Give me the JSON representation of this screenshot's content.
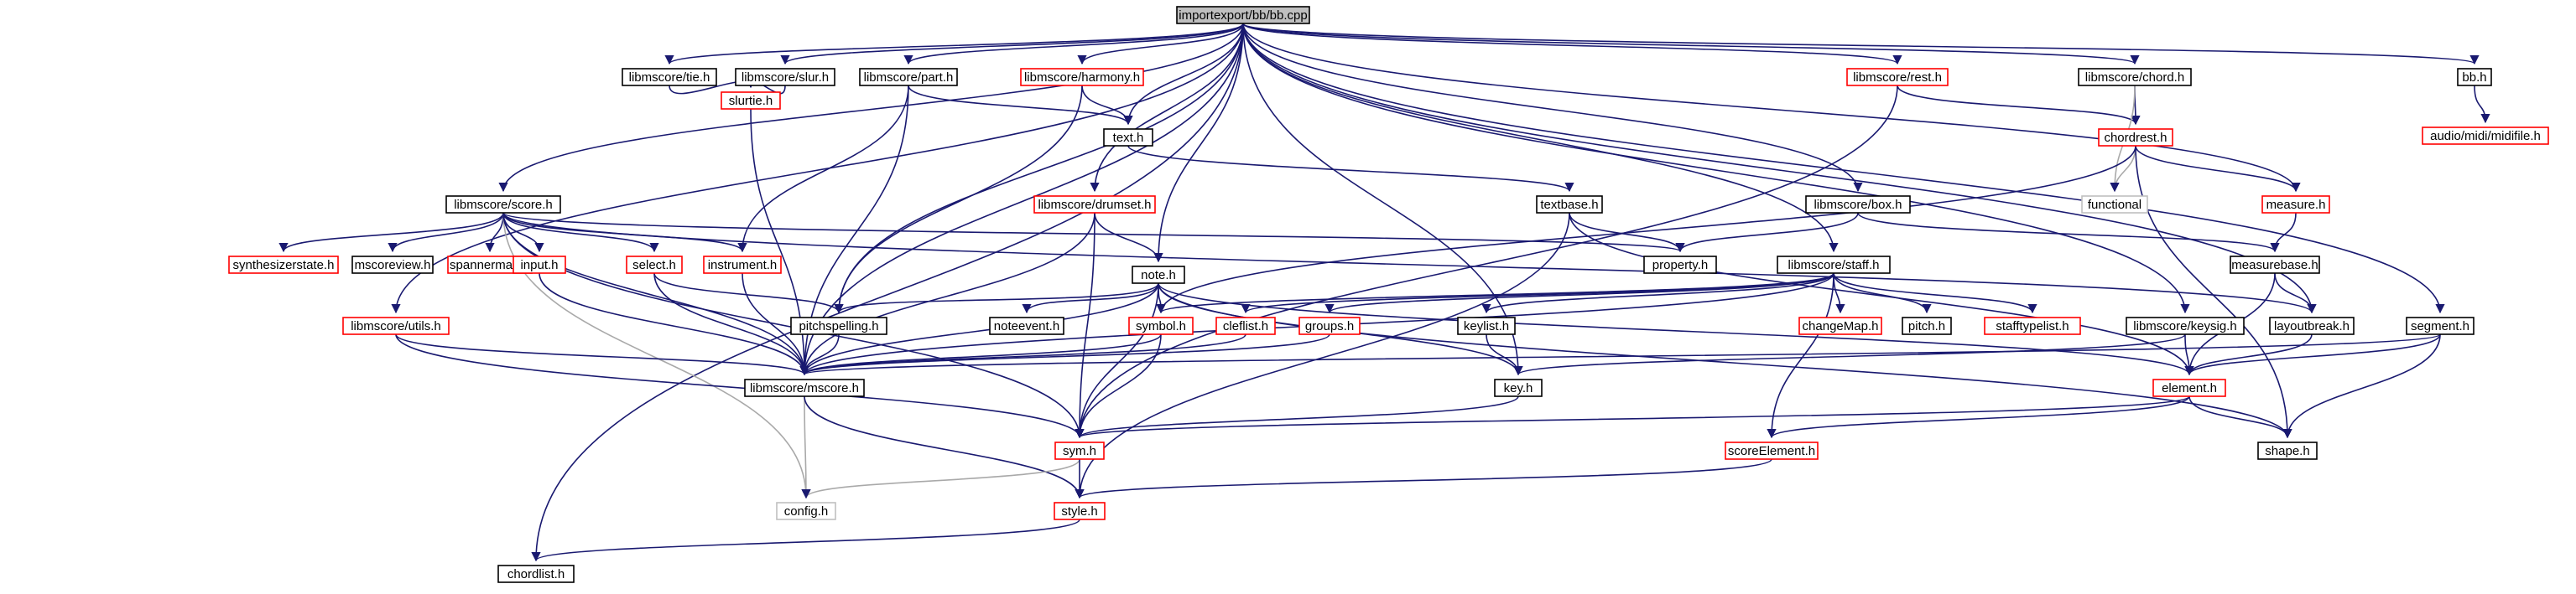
{
  "graph": {
    "colors": {
      "main_fill": "#bfbfbf",
      "box_black": "#000000",
      "box_red": "#ff0000",
      "box_grey": "#bfbfbf",
      "edge": "#191970",
      "edge_grey": "#a9a9a9",
      "background": "#ffffff"
    },
    "nodes": [
      {
        "id": "bb_cpp",
        "label": "importexport/bb/bb.cpp",
        "style": "main"
      },
      {
        "id": "libmscore_tie_h",
        "label": "libmscore/tie.h",
        "style": "black"
      },
      {
        "id": "libmscore_slur_h",
        "label": "libmscore/slur.h",
        "style": "black"
      },
      {
        "id": "libmscore_part_h",
        "label": "libmscore/part.h",
        "style": "black"
      },
      {
        "id": "libmscore_harmony_h",
        "label": "libmscore/harmony.h",
        "style": "red"
      },
      {
        "id": "libmscore_rest_h",
        "label": "libmscore/rest.h",
        "style": "red"
      },
      {
        "id": "libmscore_chord_h",
        "label": "libmscore/chord.h",
        "style": "black"
      },
      {
        "id": "bb_h",
        "label": "bb.h",
        "style": "black"
      },
      {
        "id": "slurtie_h",
        "label": "slurtie.h",
        "style": "red"
      },
      {
        "id": "text_h",
        "label": "text.h",
        "style": "black"
      },
      {
        "id": "audio_midi_midifile_h",
        "label": "audio/midi/midifile.h",
        "style": "red"
      },
      {
        "id": "chordrest_h",
        "label": "chordrest.h",
        "style": "red"
      },
      {
        "id": "libmscore_score_h",
        "label": "libmscore/score.h",
        "style": "black"
      },
      {
        "id": "libmscore_drumset_h",
        "label": "libmscore/drumset.h",
        "style": "red"
      },
      {
        "id": "textbase_h",
        "label": "textbase.h",
        "style": "black"
      },
      {
        "id": "libmscore_box_h",
        "label": "libmscore/box.h",
        "style": "black"
      },
      {
        "id": "functional",
        "label": "functional",
        "style": "grey"
      },
      {
        "id": "measure_h",
        "label": "measure.h",
        "style": "red"
      },
      {
        "id": "synthesizerstate_h",
        "label": "synthesizerstate.h",
        "style": "red"
      },
      {
        "id": "mscoreview_h",
        "label": "mscoreview.h",
        "style": "black"
      },
      {
        "id": "spannermap_h",
        "label": "spannermap.h",
        "style": "red"
      },
      {
        "id": "input_h",
        "label": "input.h",
        "style": "red"
      },
      {
        "id": "select_h",
        "label": "select.h",
        "style": "red"
      },
      {
        "id": "instrument_h",
        "label": "instrument.h",
        "style": "red"
      },
      {
        "id": "note_h",
        "label": "note.h",
        "style": "black"
      },
      {
        "id": "property_h",
        "label": "property.h",
        "style": "black"
      },
      {
        "id": "libmscore_staff_h",
        "label": "libmscore/staff.h",
        "style": "black"
      },
      {
        "id": "measurebase_h",
        "label": "measurebase.h",
        "style": "black"
      },
      {
        "id": "libmscore_utils_h",
        "label": "libmscore/utils.h",
        "style": "red"
      },
      {
        "id": "pitchspelling_h",
        "label": "pitchspelling.h",
        "style": "black"
      },
      {
        "id": "noteevent_h",
        "label": "noteevent.h",
        "style": "black"
      },
      {
        "id": "symbol_h",
        "label": "symbol.h",
        "style": "red"
      },
      {
        "id": "cleflist_h",
        "label": "cleflist.h",
        "style": "red"
      },
      {
        "id": "groups_h",
        "label": "groups.h",
        "style": "red"
      },
      {
        "id": "keylist_h",
        "label": "keylist.h",
        "style": "black"
      },
      {
        "id": "changeMap_h",
        "label": "changeMap.h",
        "style": "red"
      },
      {
        "id": "pitch_h",
        "label": "pitch.h",
        "style": "black"
      },
      {
        "id": "stafftypelist_h",
        "label": "stafftypelist.h",
        "style": "red"
      },
      {
        "id": "libmscore_keysig_h",
        "label": "libmscore/keysig.h",
        "style": "black"
      },
      {
        "id": "layoutbreak_h",
        "label": "layoutbreak.h",
        "style": "black"
      },
      {
        "id": "segment_h",
        "label": "segment.h",
        "style": "black"
      },
      {
        "id": "libmscore_mscore_h",
        "label": "libmscore/mscore.h",
        "style": "black"
      },
      {
        "id": "key_h",
        "label": "key.h",
        "style": "black"
      },
      {
        "id": "element_h",
        "label": "element.h",
        "style": "red"
      },
      {
        "id": "sym_h",
        "label": "sym.h",
        "style": "red"
      },
      {
        "id": "scoreElement_h",
        "label": "scoreElement.h",
        "style": "red"
      },
      {
        "id": "shape_h",
        "label": "shape.h",
        "style": "black"
      },
      {
        "id": "config_h",
        "label": "config.h",
        "style": "grey"
      },
      {
        "id": "style_h",
        "label": "style.h",
        "style": "red"
      },
      {
        "id": "chordlist_h",
        "label": "chordlist.h",
        "style": "black"
      }
    ],
    "edges": [
      [
        "bb_cpp",
        "libmscore_tie_h"
      ],
      [
        "bb_cpp",
        "libmscore_slur_h"
      ],
      [
        "bb_cpp",
        "libmscore_part_h"
      ],
      [
        "bb_cpp",
        "libmscore_harmony_h"
      ],
      [
        "bb_cpp",
        "libmscore_rest_h"
      ],
      [
        "bb_cpp",
        "libmscore_chord_h"
      ],
      [
        "bb_cpp",
        "bb_h"
      ],
      [
        "bb_cpp",
        "text_h"
      ],
      [
        "bb_cpp",
        "libmscore_score_h"
      ],
      [
        "bb_cpp",
        "libmscore_drumset_h"
      ],
      [
        "bb_cpp",
        "libmscore_box_h"
      ],
      [
        "bb_cpp",
        "measure_h"
      ],
      [
        "bb_cpp",
        "note_h"
      ],
      [
        "bb_cpp",
        "libmscore_staff_h"
      ],
      [
        "bb_cpp",
        "libmscore_utils_h"
      ],
      [
        "bb_cpp",
        "pitchspelling_h"
      ],
      [
        "bb_cpp",
        "libmscore_keysig_h"
      ],
      [
        "bb_cpp",
        "layoutbreak_h"
      ],
      [
        "bb_cpp",
        "segment_h"
      ],
      [
        "bb_cpp",
        "libmscore_mscore_h"
      ],
      [
        "bb_cpp",
        "key_h"
      ],
      [
        "bb_cpp",
        "chordlist_h"
      ],
      [
        "libmscore_tie_h",
        "slurtie_h"
      ],
      [
        "libmscore_slur_h",
        "slurtie_h"
      ],
      [
        "slurtie_h",
        "libmscore_mscore_h"
      ],
      [
        "libmscore_part_h",
        "text_h"
      ],
      [
        "libmscore_part_h",
        "instrument_h"
      ],
      [
        "libmscore_part_h",
        "libmscore_mscore_h"
      ],
      [
        "libmscore_harmony_h",
        "text_h"
      ],
      [
        "libmscore_harmony_h",
        "pitchspelling_h"
      ],
      [
        "text_h",
        "textbase_h"
      ],
      [
        "libmscore_rest_h",
        "chordrest_h"
      ],
      [
        "libmscore_rest_h",
        "sym_h"
      ],
      [
        "libmscore_chord_h",
        "chordrest_h"
      ],
      [
        "libmscore_chord_h",
        "functional"
      ],
      [
        "chordrest_h",
        "functional"
      ],
      [
        "chordrest_h",
        "measure_h"
      ],
      [
        "chordrest_h",
        "symbol_h"
      ],
      [
        "chordrest_h",
        "shape_h"
      ],
      [
        "bb_h",
        "audio_midi_midifile_h"
      ],
      [
        "libmscore_score_h",
        "synthesizerstate_h"
      ],
      [
        "libmscore_score_h",
        "mscoreview_h"
      ],
      [
        "libmscore_score_h",
        "spannermap_h"
      ],
      [
        "libmscore_score_h",
        "input_h"
      ],
      [
        "libmscore_score_h",
        "select_h"
      ],
      [
        "libmscore_score_h",
        "instrument_h"
      ],
      [
        "libmscore_score_h",
        "property_h"
      ],
      [
        "libmscore_score_h",
        "layoutbreak_h"
      ],
      [
        "libmscore_score_h",
        "libmscore_mscore_h"
      ],
      [
        "libmscore_score_h",
        "config_h"
      ],
      [
        "libmscore_score_h",
        "sym_h"
      ],
      [
        "libmscore_drumset_h",
        "note_h"
      ],
      [
        "libmscore_drumset_h",
        "libmscore_mscore_h"
      ],
      [
        "libmscore_drumset_h",
        "sym_h"
      ],
      [
        "textbase_h",
        "property_h"
      ],
      [
        "textbase_h",
        "element_h"
      ],
      [
        "textbase_h",
        "style_h"
      ],
      [
        "libmscore_box_h",
        "measurebase_h"
      ],
      [
        "libmscore_box_h",
        "property_h"
      ],
      [
        "measure_h",
        "measurebase_h"
      ],
      [
        "measurebase_h",
        "layoutbreak_h"
      ],
      [
        "measurebase_h",
        "element_h"
      ],
      [
        "input_h",
        "libmscore_mscore_h"
      ],
      [
        "select_h",
        "pitchspelling_h"
      ],
      [
        "select_h",
        "libmscore_mscore_h"
      ],
      [
        "instrument_h",
        "libmscore_mscore_h"
      ],
      [
        "note_h",
        "pitchspelling_h"
      ],
      [
        "note_h",
        "noteevent_h"
      ],
      [
        "note_h",
        "symbol_h"
      ],
      [
        "note_h",
        "key_h"
      ],
      [
        "note_h",
        "element_h"
      ],
      [
        "note_h",
        "shape_h"
      ],
      [
        "note_h",
        "sym_h"
      ],
      [
        "note_h",
        "libmscore_mscore_h"
      ],
      [
        "libmscore_staff_h",
        "cleflist_h"
      ],
      [
        "libmscore_staff_h",
        "groups_h"
      ],
      [
        "libmscore_staff_h",
        "keylist_h"
      ],
      [
        "libmscore_staff_h",
        "changeMap_h"
      ],
      [
        "libmscore_staff_h",
        "pitch_h"
      ],
      [
        "libmscore_staff_h",
        "stafftypelist_h"
      ],
      [
        "libmscore_staff_h",
        "symbol_h"
      ],
      [
        "libmscore_staff_h",
        "libmscore_mscore_h"
      ],
      [
        "libmscore_staff_h",
        "scoreElement_h"
      ],
      [
        "libmscore_utils_h",
        "libmscore_mscore_h"
      ],
      [
        "libmscore_utils_h",
        "sym_h"
      ],
      [
        "pitchspelling_h",
        "libmscore_mscore_h"
      ],
      [
        "symbol_h",
        "libmscore_mscore_h"
      ],
      [
        "symbol_h",
        "sym_h"
      ],
      [
        "cleflist_h",
        "libmscore_mscore_h"
      ],
      [
        "groups_h",
        "libmscore_mscore_h"
      ],
      [
        "keylist_h",
        "key_h"
      ],
      [
        "libmscore_keysig_h",
        "key_h"
      ],
      [
        "libmscore_keysig_h",
        "element_h"
      ],
      [
        "layoutbreak_h",
        "element_h"
      ],
      [
        "segment_h",
        "element_h"
      ],
      [
        "segment_h",
        "shape_h"
      ],
      [
        "segment_h",
        "libmscore_mscore_h"
      ],
      [
        "libmscore_mscore_h",
        "config_h"
      ],
      [
        "libmscore_mscore_h",
        "style_h"
      ],
      [
        "key_h",
        "sym_h"
      ],
      [
        "element_h",
        "sym_h"
      ],
      [
        "element_h",
        "scoreElement_h"
      ],
      [
        "element_h",
        "shape_h"
      ],
      [
        "sym_h",
        "config_h"
      ],
      [
        "sym_h",
        "style_h"
      ],
      [
        "scoreElement_h",
        "style_h"
      ],
      [
        "style_h",
        "chordlist_h"
      ]
    ]
  }
}
